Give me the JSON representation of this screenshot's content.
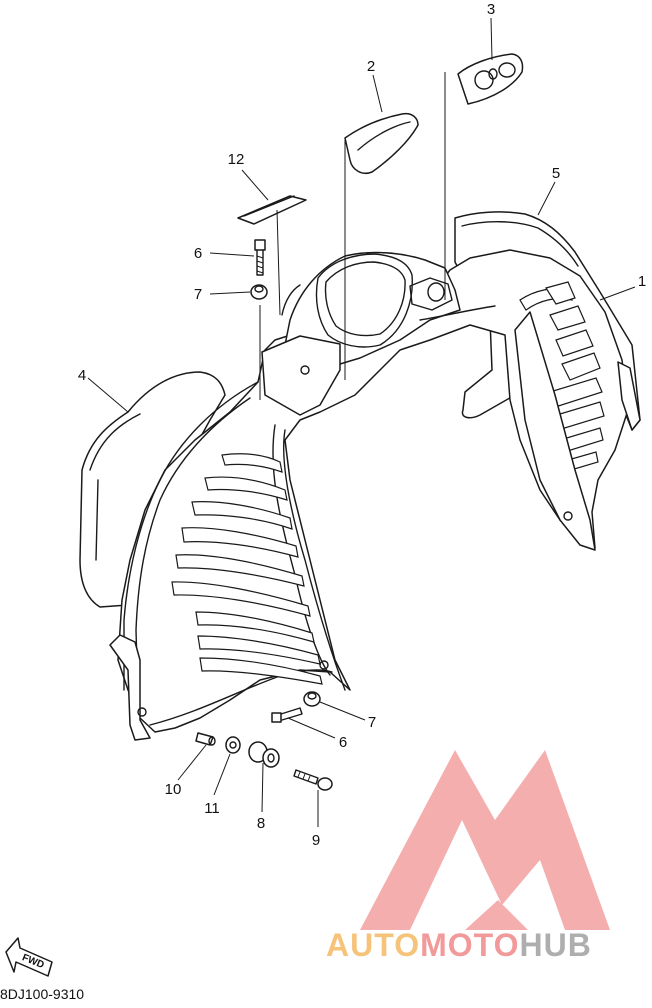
{
  "callouts": [
    {
      "id": "c1",
      "text": "1"
    },
    {
      "id": "c2",
      "text": "2"
    },
    {
      "id": "c3",
      "text": "3"
    },
    {
      "id": "c4",
      "text": "4"
    },
    {
      "id": "c5",
      "text": "5"
    },
    {
      "id": "c6a",
      "text": "6"
    },
    {
      "id": "c6b",
      "text": "6"
    },
    {
      "id": "c7a",
      "text": "7"
    },
    {
      "id": "c7b",
      "text": "7"
    },
    {
      "id": "c8",
      "text": "8"
    },
    {
      "id": "c9",
      "text": "9"
    },
    {
      "id": "c10",
      "text": "10"
    },
    {
      "id": "c11",
      "text": "11"
    },
    {
      "id": "c12",
      "text": "12"
    }
  ],
  "fwd_label": "FWD",
  "diagram_code": "8DJ100-9310",
  "watermark": {
    "part1": "AUTO",
    "part2": "MOTO",
    "part3": "HUB",
    "color_orange": "#f5b55a",
    "color_red": "#f08080",
    "color_gray": "#9a9a9a"
  }
}
